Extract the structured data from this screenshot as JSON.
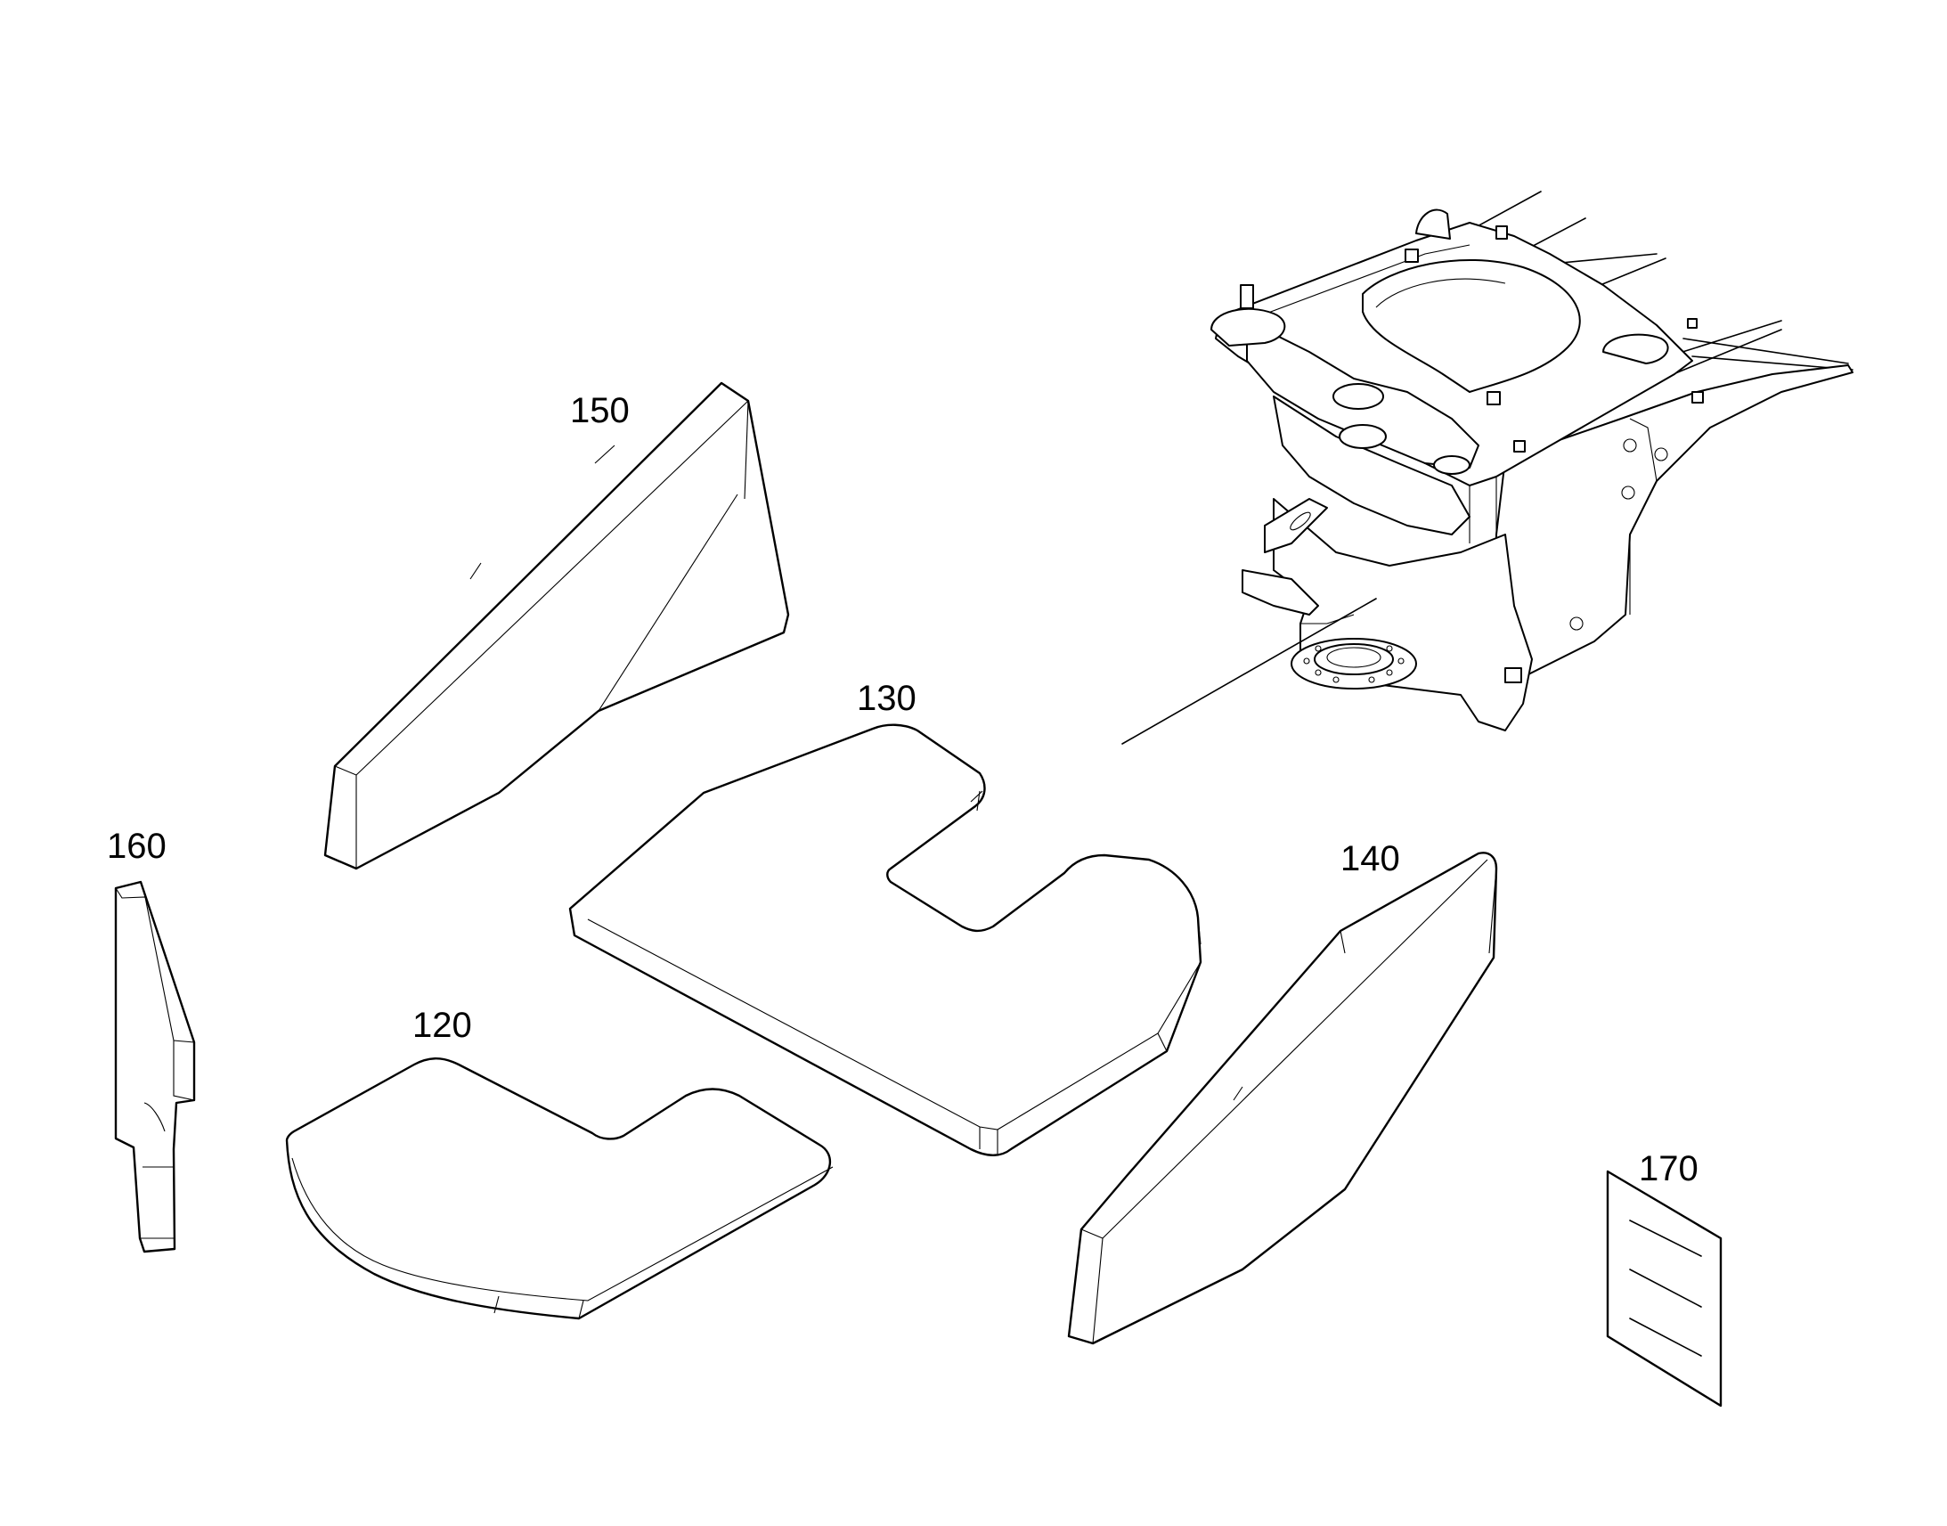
{
  "callouts": {
    "p120": "120",
    "p130": "130",
    "p140": "140",
    "p150": "150",
    "p160": "160",
    "p170": "170"
  },
  "colors": {
    "line": "#000000",
    "background": "#ffffff"
  }
}
